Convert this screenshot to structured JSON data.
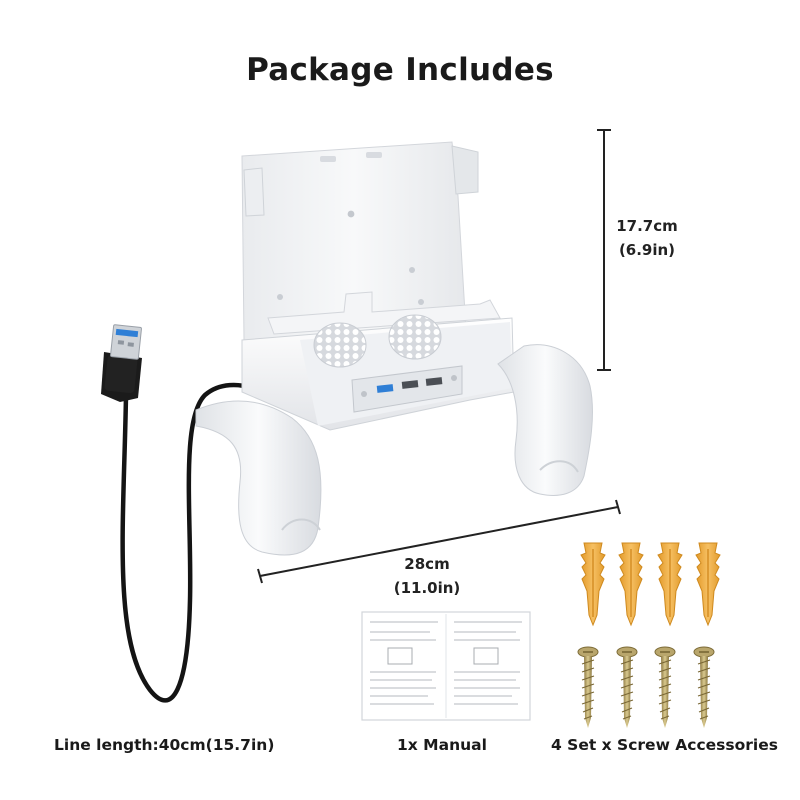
{
  "title": "Package Includes",
  "dimensions": {
    "height_cm": "17.7cm",
    "height_in": "(6.9in)",
    "width_cm": "28cm",
    "width_in": "(11.0in)"
  },
  "captions": {
    "cable": "Line length:40cm(15.7in)",
    "manual": "1x Manual",
    "screws": "4 Set x Screw Accessories"
  },
  "colors": {
    "background": "#ffffff",
    "product": "#f2f3f5",
    "cable": "#141414",
    "usb_blue": "#2f7fd6",
    "anchor": "#f0ad3a",
    "screw": "#b8a36a"
  },
  "icons": [
    "usb-plug-icon",
    "wall-mount-stand-icon",
    "manual-icon",
    "wall-anchor-icon",
    "screw-icon"
  ]
}
